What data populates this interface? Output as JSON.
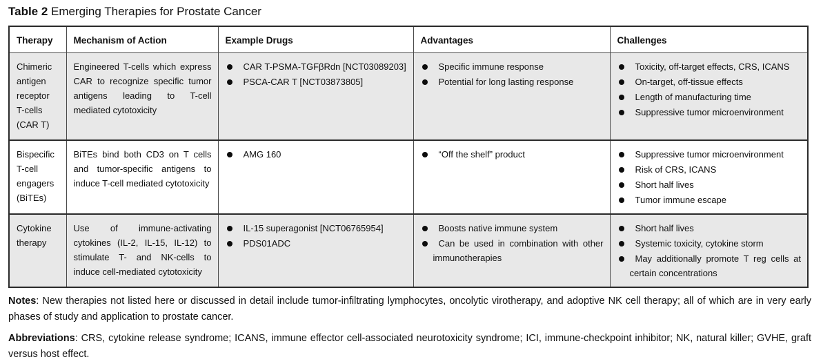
{
  "title": {
    "label": "Table 2",
    "text": " Emerging Therapies for Prostate Cancer"
  },
  "colors": {
    "row_shade": "#e8e8e8",
    "border_strong": "#2a2a2a",
    "text": "#111111"
  },
  "table": {
    "headers": [
      "Therapy",
      "Mechanism of Action",
      "Example Drugs",
      "Advantages",
      "Challenges"
    ],
    "rows": [
      {
        "therapy": "Chimeric antigen receptor T-cells (CAR T)",
        "mechanism": "Engineered T-cells which express CAR to recognize specific tumor antigens leading to T-cell mediated cytotoxicity",
        "drugs": [
          "CAR T-PSMA-TGFβRdn [NCT03089203]",
          "PSCA-CAR T [NCT03873805]"
        ],
        "advantages": [
          "Specific immune response",
          "Potential for long lasting response"
        ],
        "challenges": [
          "Toxicity, off-target effects, CRS, ICANS",
          "On-target, off-tissue effects",
          "Length of manufacturing time",
          "Suppressive tumor microenvironment"
        ]
      },
      {
        "therapy": "Bispecific T-cell engagers (BiTEs)",
        "mechanism": "BiTEs bind both CD3 on T cells and tumor-specific antigens to induce T-cell mediated cytotoxicity",
        "drugs": [
          "AMG 160"
        ],
        "advantages": [
          "“Off the shelf” product"
        ],
        "challenges": [
          "Suppressive tumor microenvironment",
          "Risk of CRS, ICANS",
          "Short half lives",
          "Tumor immune escape"
        ]
      },
      {
        "therapy": "Cytokine therapy",
        "mechanism": "Use of immune-activating cytokines (IL-2, IL-15, IL-12) to stimulate T- and NK-cells to induce cell-mediated cytotoxicity",
        "drugs": [
          "IL-15 superagonist [NCT06765954]",
          "PDS01ADC"
        ],
        "advantages": [
          "Boosts native immune system",
          "Can be used in combination with other immunotherapies"
        ],
        "challenges": [
          "Short half lives",
          "Systemic toxicity, cytokine storm",
          "May additionally promote T reg cells at certain concentrations"
        ]
      }
    ]
  },
  "notes": {
    "label": "Notes",
    "text": ": New therapies not listed here or discussed in detail include tumor-infiltrating lymphocytes, oncolytic virotherapy, and adoptive NK cell therapy; all of which are in very early phases of study and application to prostate cancer."
  },
  "abbreviations": {
    "label": "Abbreviations",
    "text": ": CRS, cytokine release syndrome; ICANS, immune effector cell-associated neurotoxicity syndrome; ICI, immune-checkpoint inhibitor; NK, natural killer; GVHE, graft versus host effect."
  }
}
